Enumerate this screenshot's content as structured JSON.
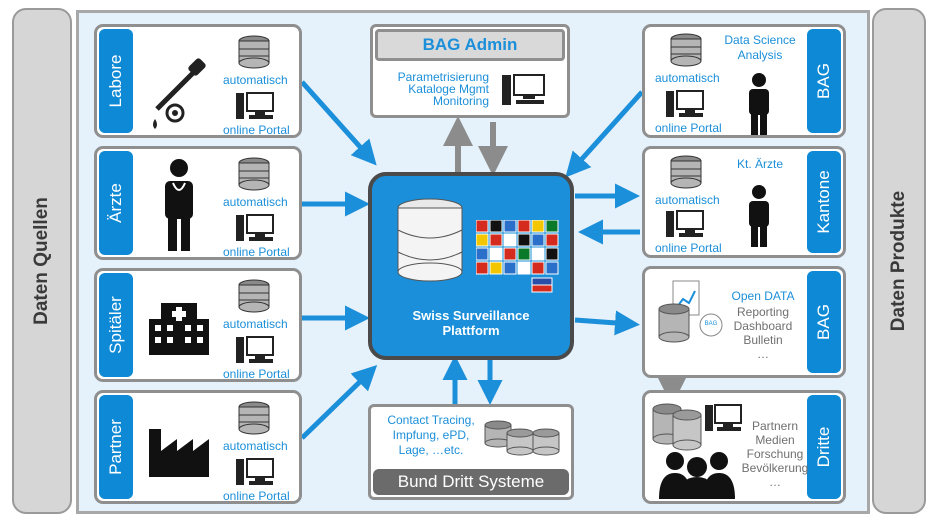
{
  "sides": {
    "left": "Daten Quellen",
    "right": "Daten Produkte"
  },
  "sources": [
    {
      "tab": "Labore",
      "auto": "automatisch",
      "portal": "online Portal",
      "icon": "pipette-virus-icon"
    },
    {
      "tab": "Ärzte",
      "auto": "automatisch",
      "portal": "online Portal",
      "icon": "doctor-icon"
    },
    {
      "tab": "Spitäler",
      "auto": "automatisch",
      "portal": "online Portal",
      "icon": "hospital-icon"
    },
    {
      "tab": "Partner",
      "auto": "automatisch",
      "portal": "online Portal",
      "icon": "factory-icon"
    }
  ],
  "admin": {
    "title": "BAG Admin",
    "lines": [
      "Parametrisierung",
      "Kataloge Mgmt",
      "Monitoring"
    ]
  },
  "platform": {
    "title_line1": "Swiss Surveillance",
    "title_line2": "Plattform"
  },
  "third_party": {
    "lines": [
      "Contact Tracing,",
      "Impfung, ePD,",
      "Lage, …etc."
    ],
    "title": "Bund Dritt Systeme"
  },
  "products": [
    {
      "tab": "BAG",
      "label1": "Data Science",
      "label2": "Analysis",
      "auto": "automatisch",
      "portal": "online Portal"
    },
    {
      "tab": "Kantone",
      "label1": "Kt. Ärzte",
      "auto": "automatisch",
      "portal": "online Portal"
    },
    {
      "tab": "BAG",
      "open": "Open DATA",
      "lines": [
        "Reporting",
        "Dashboard",
        "Bulletin",
        "…"
      ],
      "doc_label": "BAG"
    },
    {
      "tab": "Dritte",
      "lines": [
        "Partnern",
        "Medien",
        "Forschung",
        "Bevölkerung",
        "…"
      ]
    }
  ],
  "colors": {
    "accent": "#1b8fd9",
    "tab": "#0e89d5",
    "arrow": "#1b8fd9",
    "gray_arrow": "#8c8c8c"
  }
}
